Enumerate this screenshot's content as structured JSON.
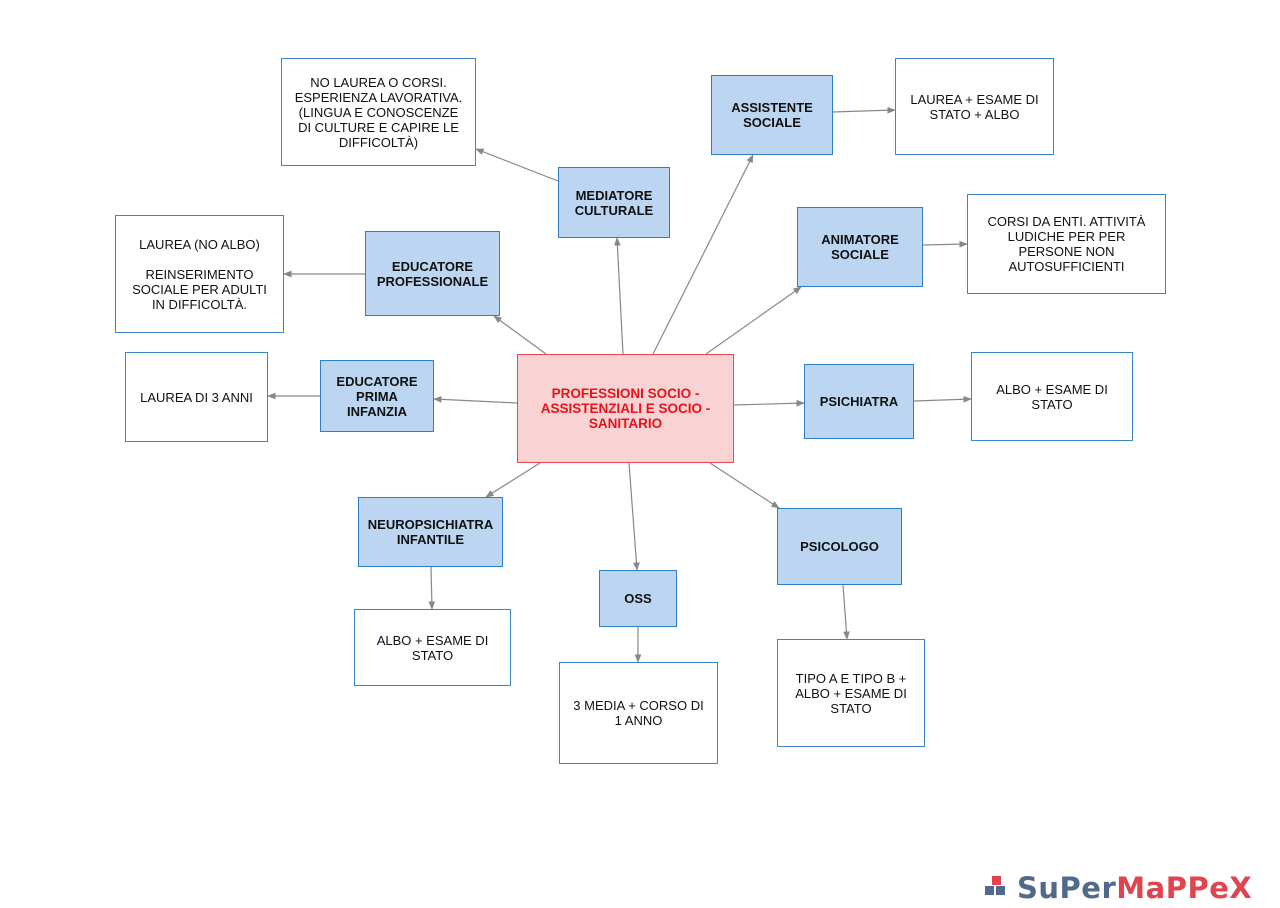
{
  "colors": {
    "role_fill": "#bcd6f2",
    "role_border": "#2f80c2",
    "leaf_fill": "#ffffff",
    "leaf_border": "#3a86c6",
    "center_fill": "#f9d2d3",
    "center_border": "#e44a50",
    "center_text": "#e4141b",
    "edge": "#888888",
    "logo_blue": "#4f6a8a",
    "logo_red": "#e0454f"
  },
  "diagram": {
    "center": {
      "label": "PROFESSIONI SOCIO -\nASSISTENZIALI E SOCIO -\nSANITARIO"
    },
    "roles": [
      {
        "id": "mediatore",
        "label": "MEDIATORE\nCULTURALE",
        "detail": "NO LAUREA O CORSI.\nESPERIENZA LAVORATIVA.\n(LINGUA E CONOSCENZE\nDI CULTURE E CAPIRE LE\nDIFFICOLTÀ)"
      },
      {
        "id": "assistente",
        "label": "ASSISTENTE\nSOCIALE",
        "detail": "LAUREA + ESAME DI\nSTATO + ALBO"
      },
      {
        "id": "animatore",
        "label": "ANIMATORE\nSOCIALE",
        "detail": "CORSI DA ENTI. ATTIVITÀ\nLUDICHE PER PER\nPERSONE NON\nAUTOSUFFICIENTI"
      },
      {
        "id": "educatore-prof",
        "label": "EDUCATORE\nPROFESSIONALE",
        "detail": "LAUREA (NO ALBO)\n\nREINSERIMENTO\nSOCIALE PER ADULTI\nIN DIFFICOLTÀ."
      },
      {
        "id": "educatore-inf",
        "label": "EDUCATORE\nPRIMA\nINFANZIA",
        "detail": "LAUREA DI 3 ANNI"
      },
      {
        "id": "psichiatra",
        "label": "PSICHIATRA",
        "detail": "ALBO + ESAME DI\nSTATO"
      },
      {
        "id": "neuro",
        "label": "NEUROPSICHIATRA\nINFANTILE",
        "detail": "ALBO + ESAME DI\nSTATO"
      },
      {
        "id": "oss",
        "label": "OSS",
        "detail": "3 MEDIA + CORSO DI\n1 ANNO"
      },
      {
        "id": "psicologo",
        "label": "PSICOLOGO",
        "detail": "TIPO A E TIPO B +\nALBO + ESAME DI\nSTATO"
      }
    ]
  },
  "logo": {
    "text_part1": "SuPer",
    "text_part2": "MaPPeX"
  }
}
